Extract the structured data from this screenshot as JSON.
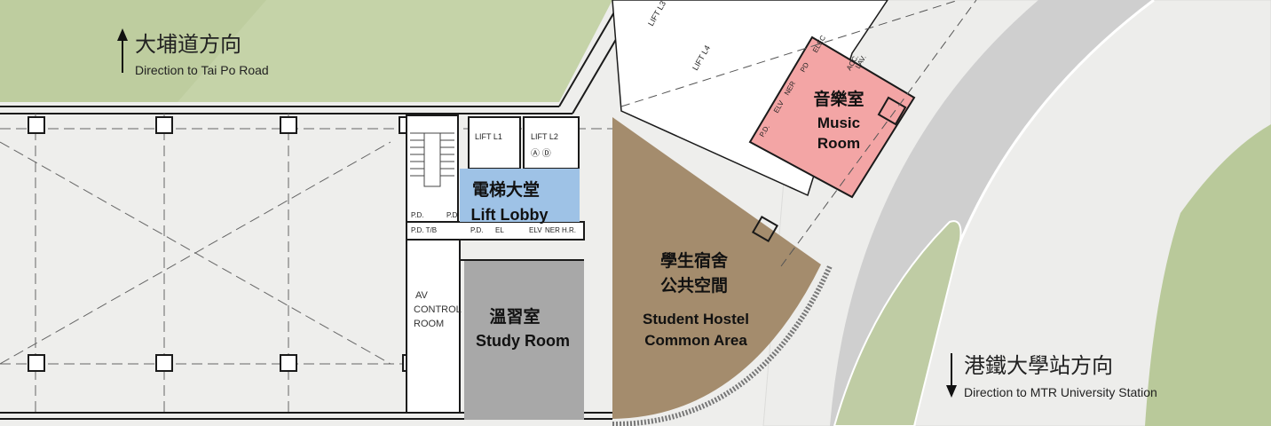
{
  "directions": {
    "north": {
      "zh": "大埔道方向",
      "en": "Direction to Tai Po Road"
    },
    "south": {
      "zh": "港鐵大學站方向",
      "en": "Direction to MTR University Station"
    }
  },
  "rooms": {
    "music": {
      "zh": "音樂室",
      "en_1": "Music",
      "en_2": "Room",
      "color": "#f3a5a5"
    },
    "lift_lobby": {
      "zh": "電梯大堂",
      "en": "Lift Lobby",
      "color": "#9ec2e6"
    },
    "study": {
      "zh": "溫習室",
      "en": "Study Room",
      "color": "#a8a8a8"
    },
    "common": {
      "zh_1": "學生宿舍",
      "zh_2": "公共空間",
      "en_1": "Student Hostel",
      "en_2": "Common Area",
      "color": "#a48c6d"
    }
  },
  "labels": {
    "lift_l1": "LIFT L1",
    "lift_l2": "LIFT L2",
    "lift_l2_marks": "Ⓐ Ⓓ",
    "lift_l3": "LIFT L3",
    "lift_l4": "LIFT L4",
    "av_1": "AV",
    "av_2": "CONTROL",
    "av_3": "ROOM",
    "pd_1": "P.D.",
    "pd_2": "P.D.",
    "pd_tb": "P.D.  T/B",
    "pd_3": "P.D.",
    "el": "EL",
    "elv": "ELV",
    "ner": "NER",
    "hr": "H.R.",
    "music_pd": "P.D.",
    "music_elv": "ELV",
    "music_ner": "NER",
    "music_pd2": "PD",
    "music_elec": "ELEC",
    "acc_lav_1": "ACC.",
    "acc_lav_2": "LAV."
  },
  "colors": {
    "grass": "#c9d6b0",
    "road": "#c8c8c8",
    "paving": "#ececea",
    "wall": "#1a1a1a"
  }
}
